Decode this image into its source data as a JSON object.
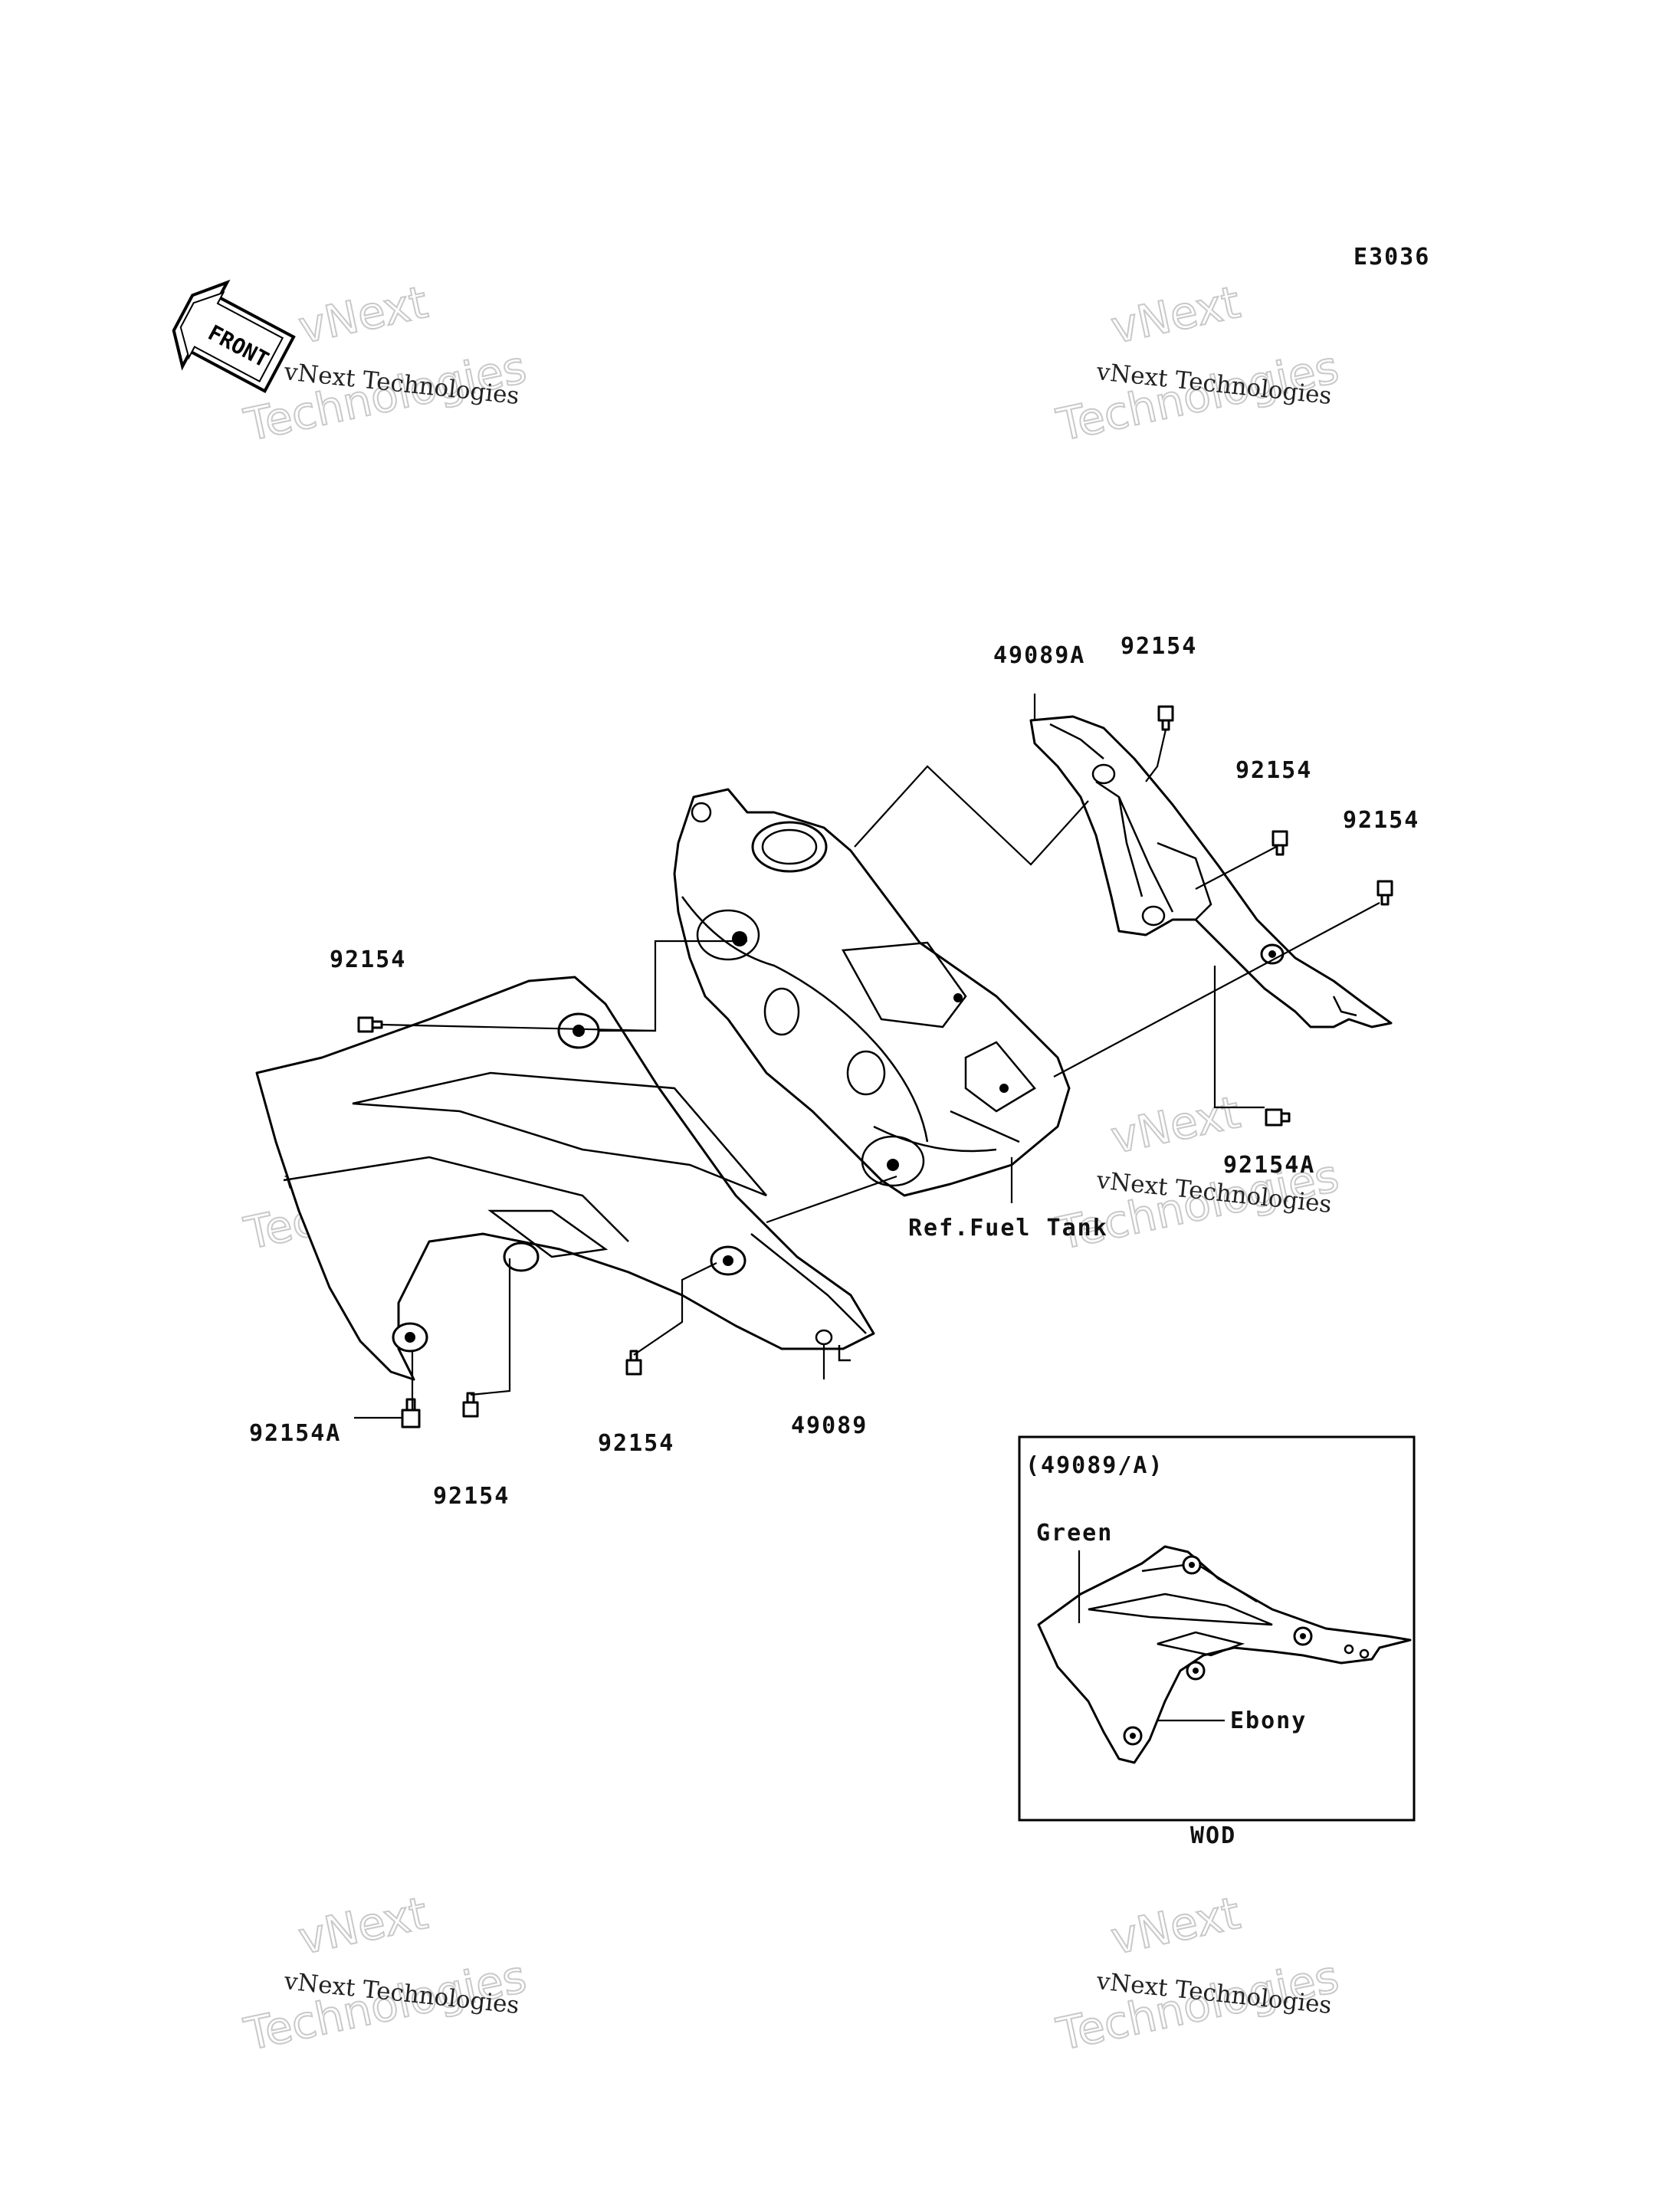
{
  "diagram_code": "E3036",
  "front_arrow": {
    "label": "FRONT",
    "icon": "front-direction-arrow-icon"
  },
  "watermark": {
    "small": "vNext Technologies",
    "big_line1": "vNext",
    "big_line2": "Technologies"
  },
  "part_labels": {
    "shroud_right": "49089A",
    "shroud_left": "49089",
    "bolt": "92154",
    "bolt_a": "92154A",
    "fuel_tank": "Ref.Fuel Tank"
  },
  "inset": {
    "title": "(49089/A)",
    "color_green": "Green",
    "color_ebony": "Ebony",
    "caption": "WOD"
  }
}
